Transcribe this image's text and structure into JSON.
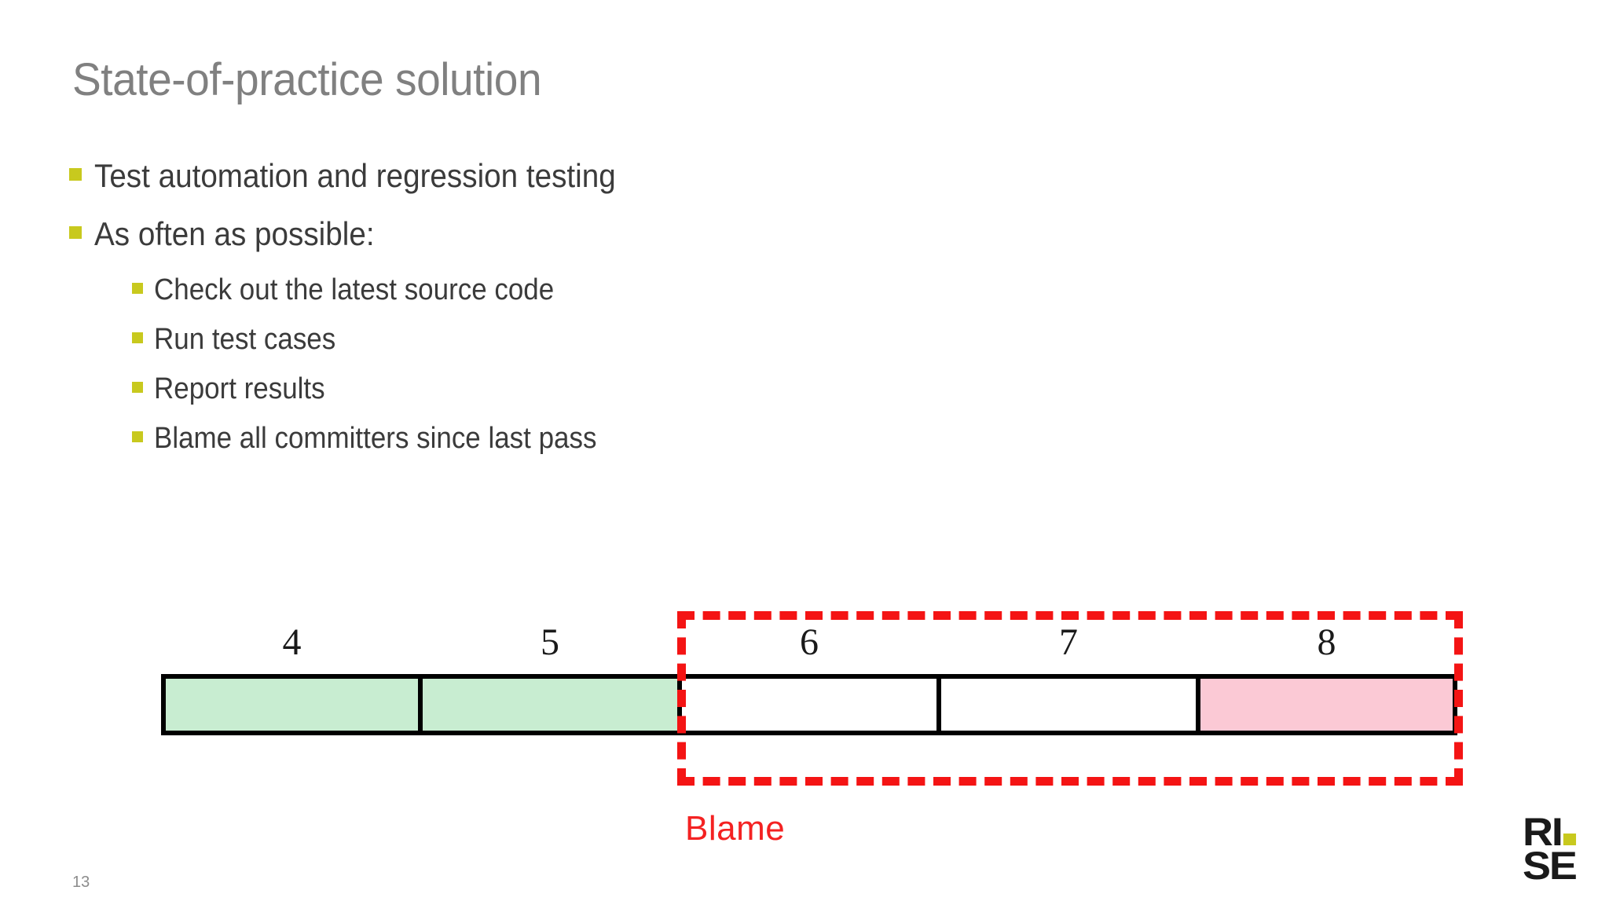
{
  "slide": {
    "title": "State-of-practice solution",
    "page_number": "13",
    "title_color": "#808080",
    "body_color": "#3B3B3B",
    "bullet_color": "#C8C91E",
    "accent_red": "#F41414"
  },
  "bullets": [
    {
      "level": 1,
      "text": "Test automation and regression testing"
    },
    {
      "level": 1,
      "text": "As often as possible:"
    },
    {
      "level": 2,
      "text": "Check out the latest source code"
    },
    {
      "level": 2,
      "text": "Run test cases"
    },
    {
      "level": 2,
      "text": "Report results"
    },
    {
      "level": 2,
      "text": "Blame all committers since last pass"
    }
  ],
  "diagram": {
    "cells": [
      {
        "label": "4",
        "fill": "green"
      },
      {
        "label": "5",
        "fill": "green"
      },
      {
        "label": "6",
        "fill": "white"
      },
      {
        "label": "7",
        "fill": "white"
      },
      {
        "label": "8",
        "fill": "pink"
      }
    ],
    "highlight": {
      "label": "Blame",
      "covers": [
        "6",
        "7",
        "8"
      ],
      "border_color": "#F41414",
      "style": "dashed"
    },
    "fill_colors": {
      "green": "#C8EDD1",
      "pink": "#FBC9D5",
      "white": "#FFFFFF"
    }
  },
  "logo": {
    "line1": "RI",
    "line2": "SE",
    "dot_color": "#C8C91E"
  }
}
